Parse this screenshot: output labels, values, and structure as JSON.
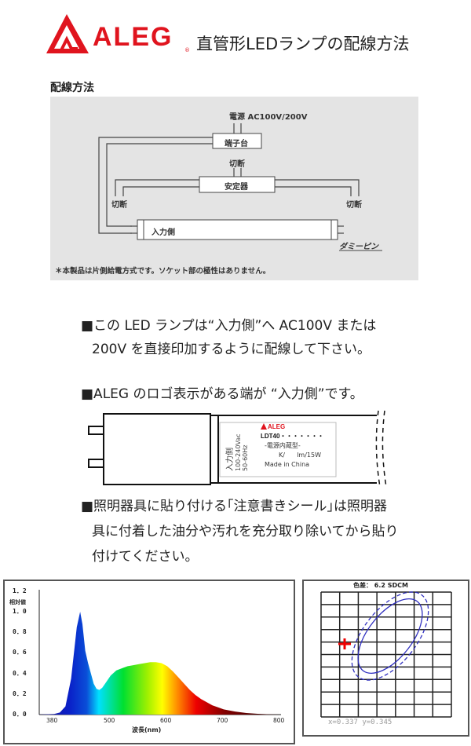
{
  "header": {
    "brand": "ALEG",
    "registered": "®",
    "title": "直管形LEDランプの配線方法"
  },
  "wiring": {
    "section_title": "配線方法",
    "power_label": "電源 AC100V/200V",
    "terminal_block": "端子台",
    "cut_top": "切断",
    "ballast": "安定器",
    "cut_left": "切断",
    "cut_right": "切断",
    "input_side": "入力側",
    "dummy_pin": "ダミーピン",
    "footnote": "＊本製品は片側給電方式です。ソケット部の極性はありません。"
  },
  "instructions": {
    "line1a": "■この LED ランプは“入力側”へ AC100V または",
    "line1b": "200V を直接印加するように配線して下さい。",
    "line2": "■ALEG のロゴ表示がある端が “入力側”です。",
    "line3a": "■照明器具に貼り付ける｢注意書きシール｣は照明器",
    "line3b": "具に付着した油分や汚れを充分取り除いてから貼り",
    "line3c": "付けてください。"
  },
  "lamp_label": {
    "side_text1": "入力側",
    "side_text2": "100-240Vac",
    "side_text3": "50-60Hz",
    "brand": "ALEG",
    "model": "LDT40・・・・・・・",
    "type": "-電源内蔵型-",
    "spec": "K/      lm/15W",
    "origin": "Made in China"
  },
  "chart_data": [
    {
      "type": "area",
      "title": "",
      "ylabel": "相対値",
      "xlabel": "波長(nm)",
      "x_tick_labels": [
        "380",
        "500",
        "600",
        "700",
        "800"
      ],
      "y_tick_labels": [
        "0．0",
        "0．2",
        "0．4",
        "0．6",
        "0．8",
        "1．0",
        "1．2"
      ],
      "ylim": [
        0,
        1.2
      ],
      "xlim": [
        370,
        800
      ],
      "x": [
        370,
        400,
        410,
        420,
        430,
        435,
        440,
        446,
        450,
        455,
        460,
        465,
        470,
        475,
        480,
        485,
        490,
        500,
        510,
        520,
        530,
        540,
        550,
        560,
        570,
        580,
        590,
        600,
        610,
        620,
        630,
        640,
        650,
        660,
        670,
        680,
        690,
        700,
        720,
        740,
        760,
        780,
        800
      ],
      "values": [
        0,
        0.005,
        0.02,
        0.08,
        0.35,
        0.6,
        0.85,
        1.0,
        0.88,
        0.62,
        0.5,
        0.4,
        0.3,
        0.25,
        0.24,
        0.26,
        0.3,
        0.38,
        0.43,
        0.45,
        0.47,
        0.48,
        0.49,
        0.5,
        0.51,
        0.51,
        0.5,
        0.47,
        0.42,
        0.36,
        0.3,
        0.24,
        0.19,
        0.15,
        0.12,
        0.09,
        0.07,
        0.05,
        0.03,
        0.015,
        0.008,
        0.003,
        0
      ]
    },
    {
      "type": "scatter",
      "title": "色差： 6.2 SDCM",
      "point_label": "x=0.337 y=0.345",
      "grid_columns": 7,
      "grid_rows": 10
    }
  ]
}
